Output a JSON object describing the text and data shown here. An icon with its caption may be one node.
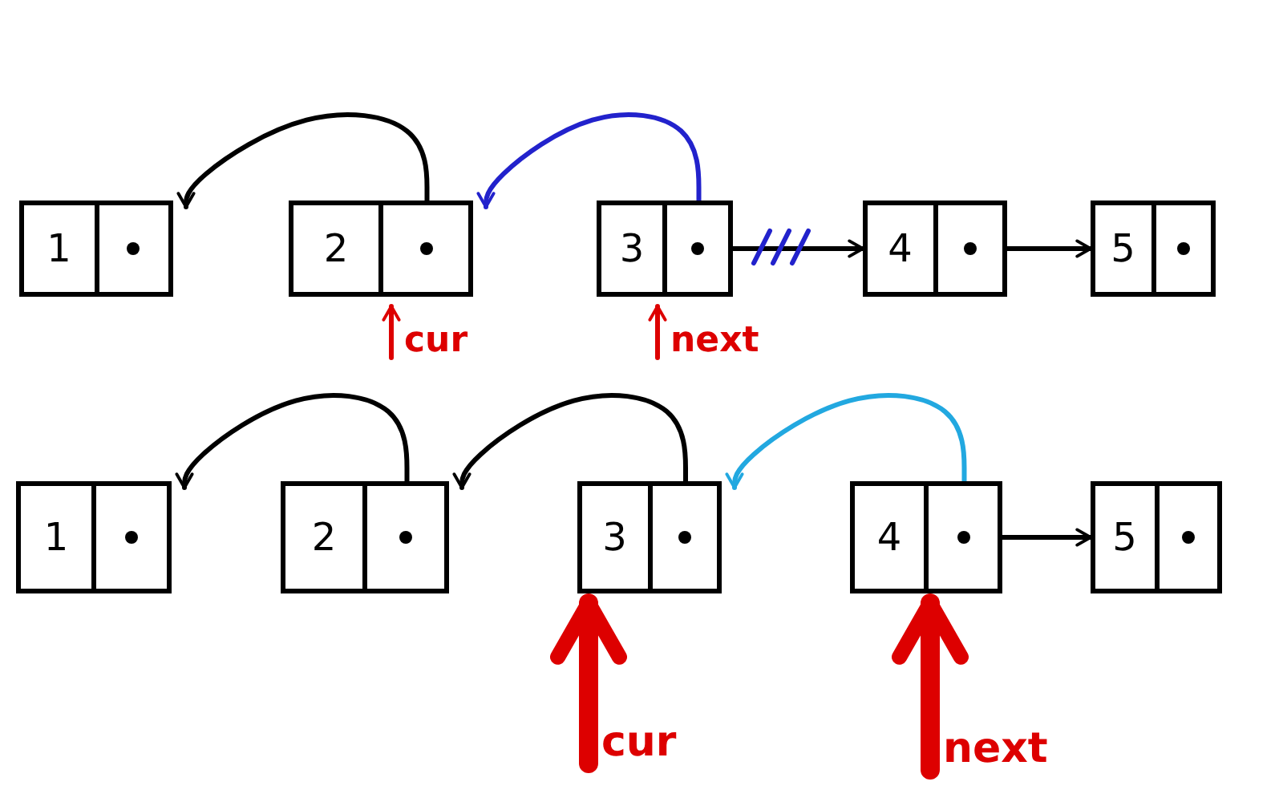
{
  "diagram": {
    "nodes": [
      {
        "text": [
          "1"
        ]
      },
      {
        "text": [
          "2"
        ]
      },
      {
        "text": [
          "3"
        ]
      },
      {
        "text": [
          "4"
        ]
      },
      {
        "text": [
          "5"
        ]
      },
      {
        "text": [
          "1"
        ]
      },
      {
        "text": [
          "2"
        ]
      },
      {
        "text": [
          "3"
        ]
      },
      {
        "text": [
          "4"
        ]
      },
      {
        "text": [
          "5"
        ]
      },
      {
        "text": [
          "cur"
        ]
      },
      {
        "text": [
          "next"
        ]
      },
      {
        "text": [
          "cur"
        ]
      },
      {
        "text": [
          "next"
        ]
      }
    ],
    "edges": [
      {
        "from": 1,
        "to": 0,
        "arrow": "to"
      },
      {
        "from": 2,
        "to": 1,
        "arrow": "to",
        "color": "#2222cc"
      },
      {
        "from": 2,
        "to": 3,
        "arrow": "to"
      },
      {
        "from": 3,
        "to": 4,
        "arrow": "to"
      },
      {
        "from": 6,
        "to": 5,
        "arrow": "to"
      },
      {
        "from": 7,
        "to": 6,
        "arrow": "to"
      },
      {
        "from": 8,
        "to": 7,
        "arrow": "to",
        "color": "#22a8e0"
      },
      {
        "from": 8,
        "to": 9,
        "arrow": "to"
      },
      {
        "from": 10,
        "to": 1,
        "arrow": "to",
        "color": "#dd0000"
      },
      {
        "from": 11,
        "to": 2,
        "arrow": "to",
        "color": "#dd0000"
      },
      {
        "from": 12,
        "to": 7,
        "arrow": "to",
        "style": "thick",
        "color": "#dd0000"
      },
      {
        "from": 13,
        "to": 8,
        "arrow": "to",
        "style": "thick",
        "color": "#dd0000"
      }
    ]
  }
}
